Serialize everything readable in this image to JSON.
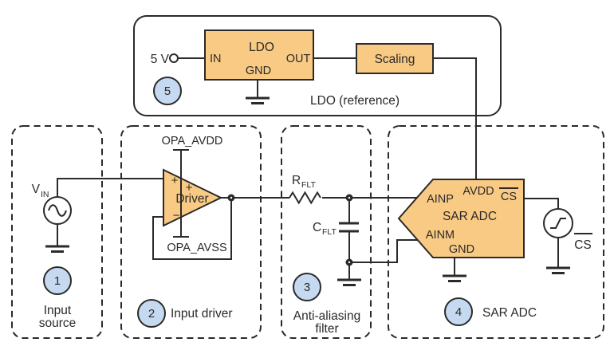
{
  "colors": {
    "line": "#2b2a29",
    "block_fill": "#f9ca84",
    "badge_fill": "#c5d9f0",
    "background": "#ffffff"
  },
  "reference": {
    "badge": "5",
    "supply": "5 V",
    "caption": "LDO (reference)",
    "ldo": {
      "name": "LDO",
      "pin_in": "IN",
      "pin_out": "OUT",
      "pin_gnd": "GND"
    },
    "scaling": {
      "label": "Scaling"
    }
  },
  "source": {
    "badge": "1",
    "caption1": "Input",
    "caption2": "source",
    "v": "V",
    "v_sub": "IN"
  },
  "driver": {
    "badge": "2",
    "caption": "Input driver",
    "label": "Driver",
    "rail_top": "OPA_AVDD",
    "rail_bottom": "OPA_AVSS",
    "in_plus": "+",
    "supply_plus": "+",
    "in_minus": "−"
  },
  "filter": {
    "badge": "3",
    "caption1": "Anti-aliasing",
    "caption2": "filter",
    "r": "R",
    "r_sub": "FLT",
    "c": "C",
    "c_sub": "FLT"
  },
  "adc": {
    "badge": "4",
    "caption": "SAR ADC",
    "name": "SAR ADC",
    "pin_avdd": "AVDD",
    "pin_cs": "CS",
    "pin_ainp": "AINP",
    "pin_ainm": "AINM",
    "pin_gnd": "GND",
    "cs_source": "CS"
  }
}
